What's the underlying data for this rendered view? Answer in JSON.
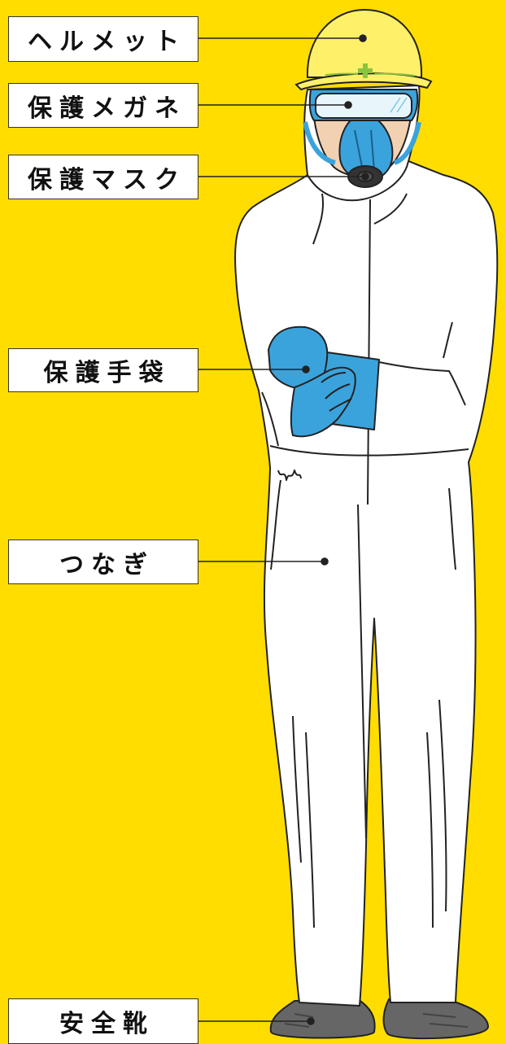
{
  "labels": {
    "helmet": "ヘルメット",
    "goggles": "保護メガネ",
    "mask": "保護マスク",
    "gloves": "保護手袋",
    "suit": "つなぎ",
    "boots": "安全靴"
  },
  "colors": {
    "background": "#FFDD00",
    "helmet": "#FFF06A",
    "helmet_cross": "#8BC53F",
    "mask": "#3BA3DC",
    "gloves": "#3BA3DC",
    "suit": "#FFFFFF",
    "boots": "#666666",
    "skin": "#F2D1B2"
  }
}
